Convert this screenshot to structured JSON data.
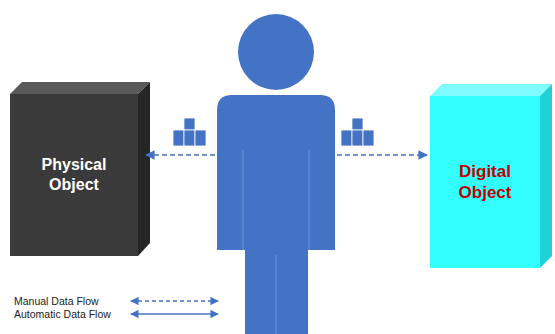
{
  "diagram": {
    "nodes": [
      {
        "text": [
          "Physical Object"
        ]
      },
      {
        "text": [
          "Digital Object"
        ]
      }
    ],
    "legend": [
      {
        "text": "Manual Data Flow"
      },
      {
        "text": "Automatic Data Flow"
      }
    ]
  }
}
